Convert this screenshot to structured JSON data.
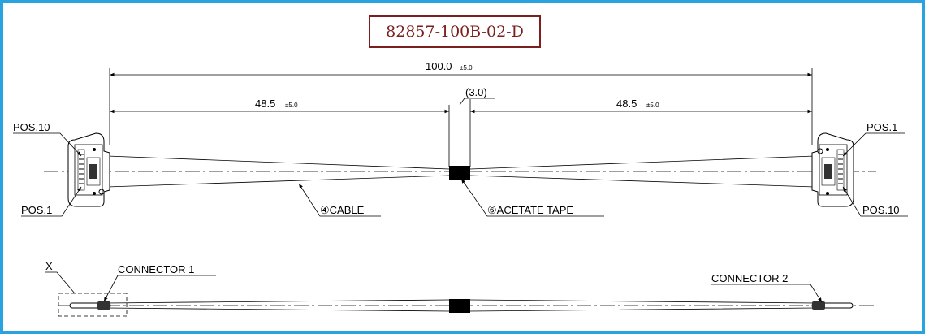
{
  "part_number": "82857-100B-02-D",
  "colors": {
    "frame_border": "#29a3e0",
    "part_number": "#7a1e1e",
    "line": "#000000"
  },
  "dimensions": {
    "overall": {
      "value": "100.0",
      "tolerance": "±5.0"
    },
    "left_half": {
      "value": "48.5",
      "tolerance": "±5.0"
    },
    "right_half": {
      "value": "48.5",
      "tolerance": "±5.0"
    },
    "tape_width": "(3.0)"
  },
  "labels": {
    "pos10_left": "POS.10",
    "pos1_left": "POS.1",
    "pos1_right": "POS.1",
    "pos10_right": "POS.10",
    "cable": "④CABLE",
    "acetate_tape": "⑥ACETATE TAPE",
    "detail_x": "X",
    "connector1": "CONNECTOR 1",
    "connector2": "CONNECTOR 2"
  }
}
